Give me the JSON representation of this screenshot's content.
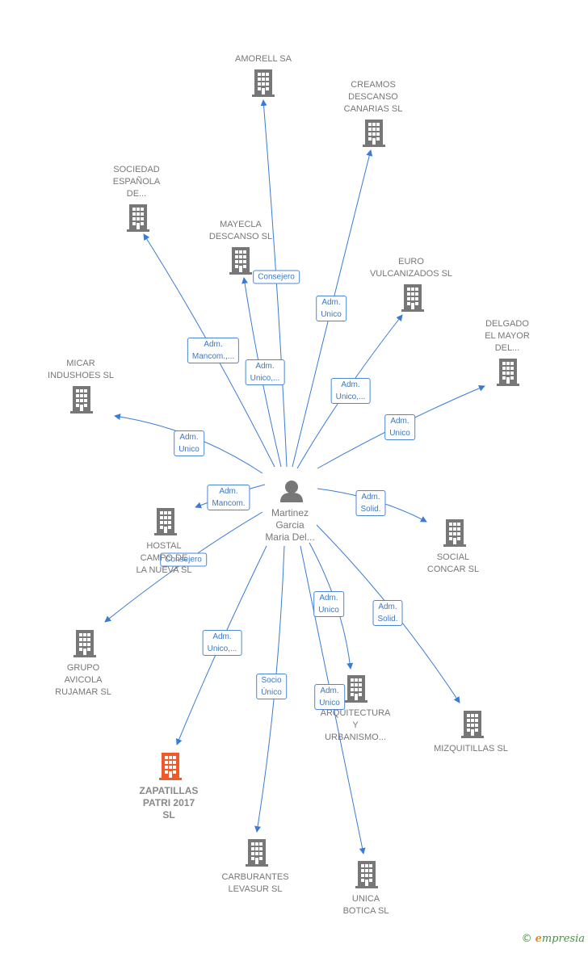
{
  "center": {
    "label": "Martinez\nGarcia\nMaria Del..."
  },
  "nodes": [
    {
      "id": "amorell",
      "label": "AMORELL SA"
    },
    {
      "id": "creamos",
      "label": "CREAMOS\nDESCANSO\nCANARIAS  SL"
    },
    {
      "id": "sociedad",
      "label": "SOCIEDAD\nESPAÑOLA\nDE..."
    },
    {
      "id": "mayecla",
      "label": "MAYECLA\nDESCANSO  SL"
    },
    {
      "id": "euro",
      "label": "EURO\nVULCANIZADOS SL"
    },
    {
      "id": "delgado",
      "label": "DELGADO\nEL MAYOR\nDEL..."
    },
    {
      "id": "micar",
      "label": "MICAR\nINDUSHOES SL"
    },
    {
      "id": "hostal",
      "label": "HOSTAL\nCAMPO DE\nLA NUEVA SL"
    },
    {
      "id": "social",
      "label": "SOCIAL\nCONCAR  SL"
    },
    {
      "id": "grupo",
      "label": "GRUPO\nAVICOLA\nRUJAMAR  SL"
    },
    {
      "id": "arquitectura",
      "label": "ARQUITECTURA\nY\nURBANISMO..."
    },
    {
      "id": "mizquitillas",
      "label": "MIZQUITILLAS SL"
    },
    {
      "id": "zapatillas",
      "label": "ZAPATILLAS\nPATRI 2017\nSL",
      "highlight": true
    },
    {
      "id": "carburantes",
      "label": "CARBURANTES\nLEVASUR  SL"
    },
    {
      "id": "unica",
      "label": "UNICA\nBOTICA  SL"
    }
  ],
  "edges": [
    {
      "target": "amorell",
      "label": "Consejero"
    },
    {
      "target": "creamos",
      "label": "Adm.\nUnico"
    },
    {
      "target": "sociedad",
      "label": "Adm.\nMancom.,..."
    },
    {
      "target": "mayecla",
      "label": "Adm.\nUnico,..."
    },
    {
      "target": "euro",
      "label": "Adm.\nUnico,..."
    },
    {
      "target": "delgado",
      "label": "Adm.\nUnico"
    },
    {
      "target": "micar",
      "label": "Adm.\nUnico"
    },
    {
      "target": "hostal",
      "label": "Adm.\nMancom."
    },
    {
      "target": "grupo",
      "label": "Consejero"
    },
    {
      "target": "social",
      "label": "Adm.\nSolid."
    },
    {
      "target": "mizquitillas",
      "label": "Adm.\nSolid."
    },
    {
      "target": "arquitectura",
      "label": "Adm.\nUnico"
    },
    {
      "target": "zapatillas",
      "label": "Adm.\nUnico,..."
    },
    {
      "target": "carburantes",
      "label": "Socio\nÚnico"
    },
    {
      "target": "unica",
      "label": "Adm.\nUnico"
    }
  ],
  "colors": {
    "edge": "#3a7bd5",
    "building": "#777777",
    "building_highlight": "#f0592a",
    "person": "#777777"
  },
  "footer": {
    "copyright": "©",
    "brand_initial": "e",
    "brand_rest": "mpresia"
  }
}
